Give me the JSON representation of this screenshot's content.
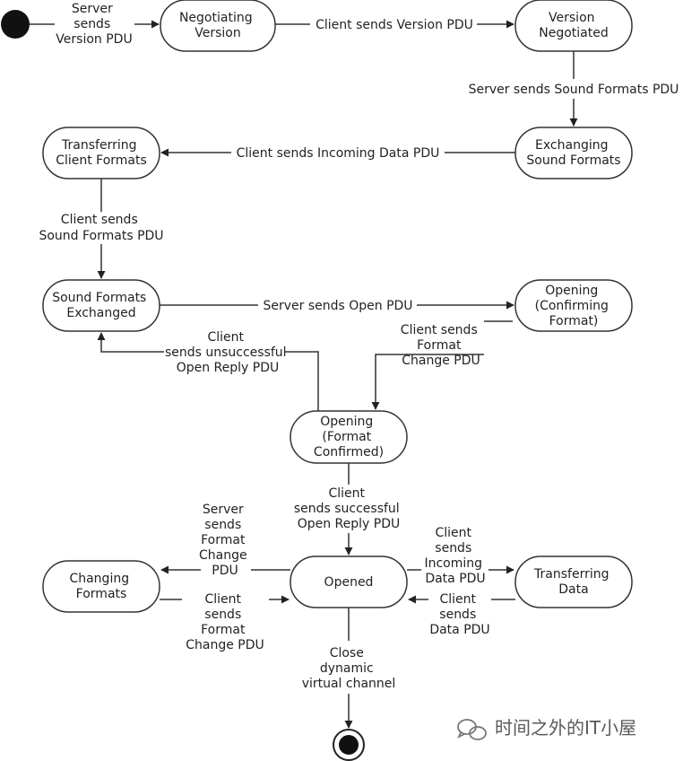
{
  "diagram": {
    "type": "state-machine",
    "states": {
      "negotiating_version": [
        "Negotiating",
        "Version"
      ],
      "version_negotiated": [
        "Version",
        "Negotiated"
      ],
      "exchanging_sound_formats": [
        "Exchanging",
        "Sound Formats"
      ],
      "transferring_client_formats": [
        "Transferring",
        "Client Formats"
      ],
      "sound_formats_exchanged": [
        "Sound Formats",
        "Exchanged"
      ],
      "opening_confirming_format": [
        "Opening",
        "(Confirming",
        "Format)"
      ],
      "opening_format_confirmed": [
        "Opening",
        "(Format",
        "Confirmed)"
      ],
      "opened": [
        "Opened"
      ],
      "changing_formats": [
        "Changing",
        "Formats"
      ],
      "transferring_data": [
        "Transferring",
        "Data"
      ]
    },
    "transitions": {
      "start_to_negotiating": [
        "Server",
        "sends",
        "Version PDU"
      ],
      "negotiating_to_negotiated": [
        "Client sends Version PDU"
      ],
      "negotiated_to_exchanging": [
        "Server sends Sound Formats PDU"
      ],
      "exchanging_to_transferring": [
        "Client sends Incoming Data PDU"
      ],
      "transferring_to_exchanged": [
        "Client sends",
        "Sound Formats PDU"
      ],
      "exchanged_to_opening": [
        "Server sends Open PDU"
      ],
      "opening_to_confirmed": [
        "Client sends",
        "Format",
        "Change PDU"
      ],
      "confirmed_to_exchanged": [
        "Client",
        "sends unsuccessful",
        "Open Reply PDU"
      ],
      "confirmed_to_opened": [
        "Client",
        "sends successful",
        "Open Reply PDU"
      ],
      "opened_to_changing": [
        "Server",
        "sends",
        "Format",
        "Change",
        "PDU"
      ],
      "changing_to_opened": [
        "Client",
        "sends",
        "Format",
        "Change PDU"
      ],
      "opened_to_transferring_data": [
        "Client",
        "sends",
        "Incoming",
        "Data PDU"
      ],
      "transferring_data_to_opened": [
        "Client",
        "sends",
        "Data PDU"
      ],
      "opened_to_end": [
        "Close",
        "dynamic",
        "virtual channel"
      ]
    },
    "watermark": "时间之外的IT小屋",
    "colors": {
      "line": "#333333",
      "node_fill": "#ffffff",
      "text": "#222222",
      "watermark": "#5a5a5a"
    }
  }
}
